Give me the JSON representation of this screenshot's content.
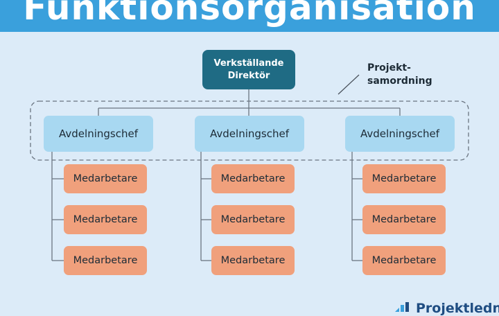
{
  "banner": {
    "title": "Funktionsorganisation"
  },
  "director": {
    "label_line1": "Verkställande",
    "label_line2": "Direktör"
  },
  "annotation": {
    "line1": "Projekt-",
    "line2": "samordning"
  },
  "departments": [
    {
      "head": "Avdelningschef",
      "employees": [
        "Medarbetare",
        "Medarbetare",
        "Medarbetare"
      ]
    },
    {
      "head": "Avdelningschef",
      "employees": [
        "Medarbetare",
        "Medarbetare",
        "Medarbetare"
      ]
    },
    {
      "head": "Avdelningschef",
      "employees": [
        "Medarbetare",
        "Medarbetare",
        "Medarbetare"
      ]
    }
  ],
  "logo": {
    "text": "Projektledni"
  },
  "colors": {
    "banner": "#3aa0dc",
    "background": "#dcebf8",
    "director": "#1f6b84",
    "head": "#a8d8f1",
    "employee": "#f0a07c",
    "logo": "#1f4d82"
  }
}
